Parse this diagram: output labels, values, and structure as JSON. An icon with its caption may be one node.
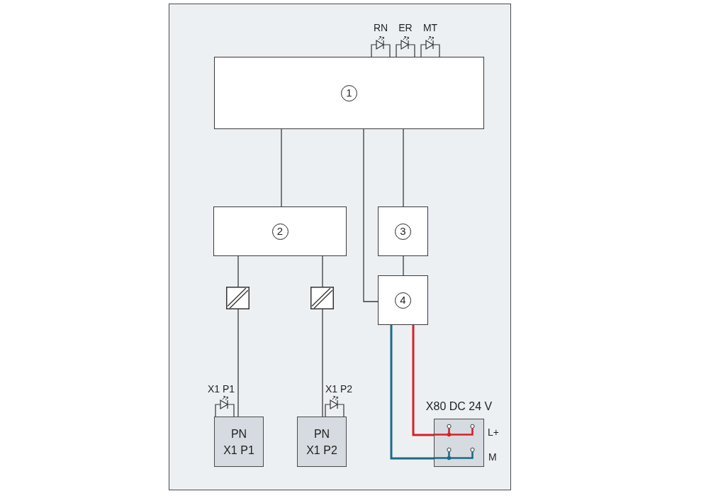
{
  "diagram": {
    "nodes": [
      {
        "text": [
          "1"
        ]
      },
      {
        "text": [
          "2"
        ]
      },
      {
        "text": [
          "3"
        ]
      },
      {
        "text": [
          "4"
        ]
      },
      {
        "text": [],
        "shape": "box"
      },
      {
        "text": [],
        "shape": "box"
      },
      {
        "text": [
          "PN X1 P1"
        ]
      },
      {
        "text": [
          "PN X1 P2"
        ]
      },
      {
        "text": [
          "X80 DC 24 V"
        ],
        "beside": [
          "L+",
          "M"
        ]
      }
    ],
    "edges": [
      {
        "from": 0,
        "to": 1,
        "arrow": "none"
      },
      {
        "from": 0,
        "to": 2,
        "arrow": "none"
      },
      {
        "from": 0,
        "to": 3,
        "arrow": "none"
      },
      {
        "from": 2,
        "to": 3,
        "arrow": "none"
      },
      {
        "from": 1,
        "to": 4,
        "arrow": "none"
      },
      {
        "from": 4,
        "to": 6,
        "arrow": "none"
      },
      {
        "from": 1,
        "to": 5,
        "arrow": "none"
      },
      {
        "from": 5,
        "to": 7,
        "arrow": "none"
      },
      {
        "from": 3,
        "to": 8,
        "arrow": "none",
        "style": "thick",
        "color": "#d7202b"
      },
      {
        "from": 3,
        "to": 8,
        "arrow": "none",
        "style": "thick",
        "color": "#1d6a86"
      }
    ],
    "labels": [
      "RN",
      "ER",
      "MT",
      "X1 P1",
      "X1 P2"
    ]
  }
}
